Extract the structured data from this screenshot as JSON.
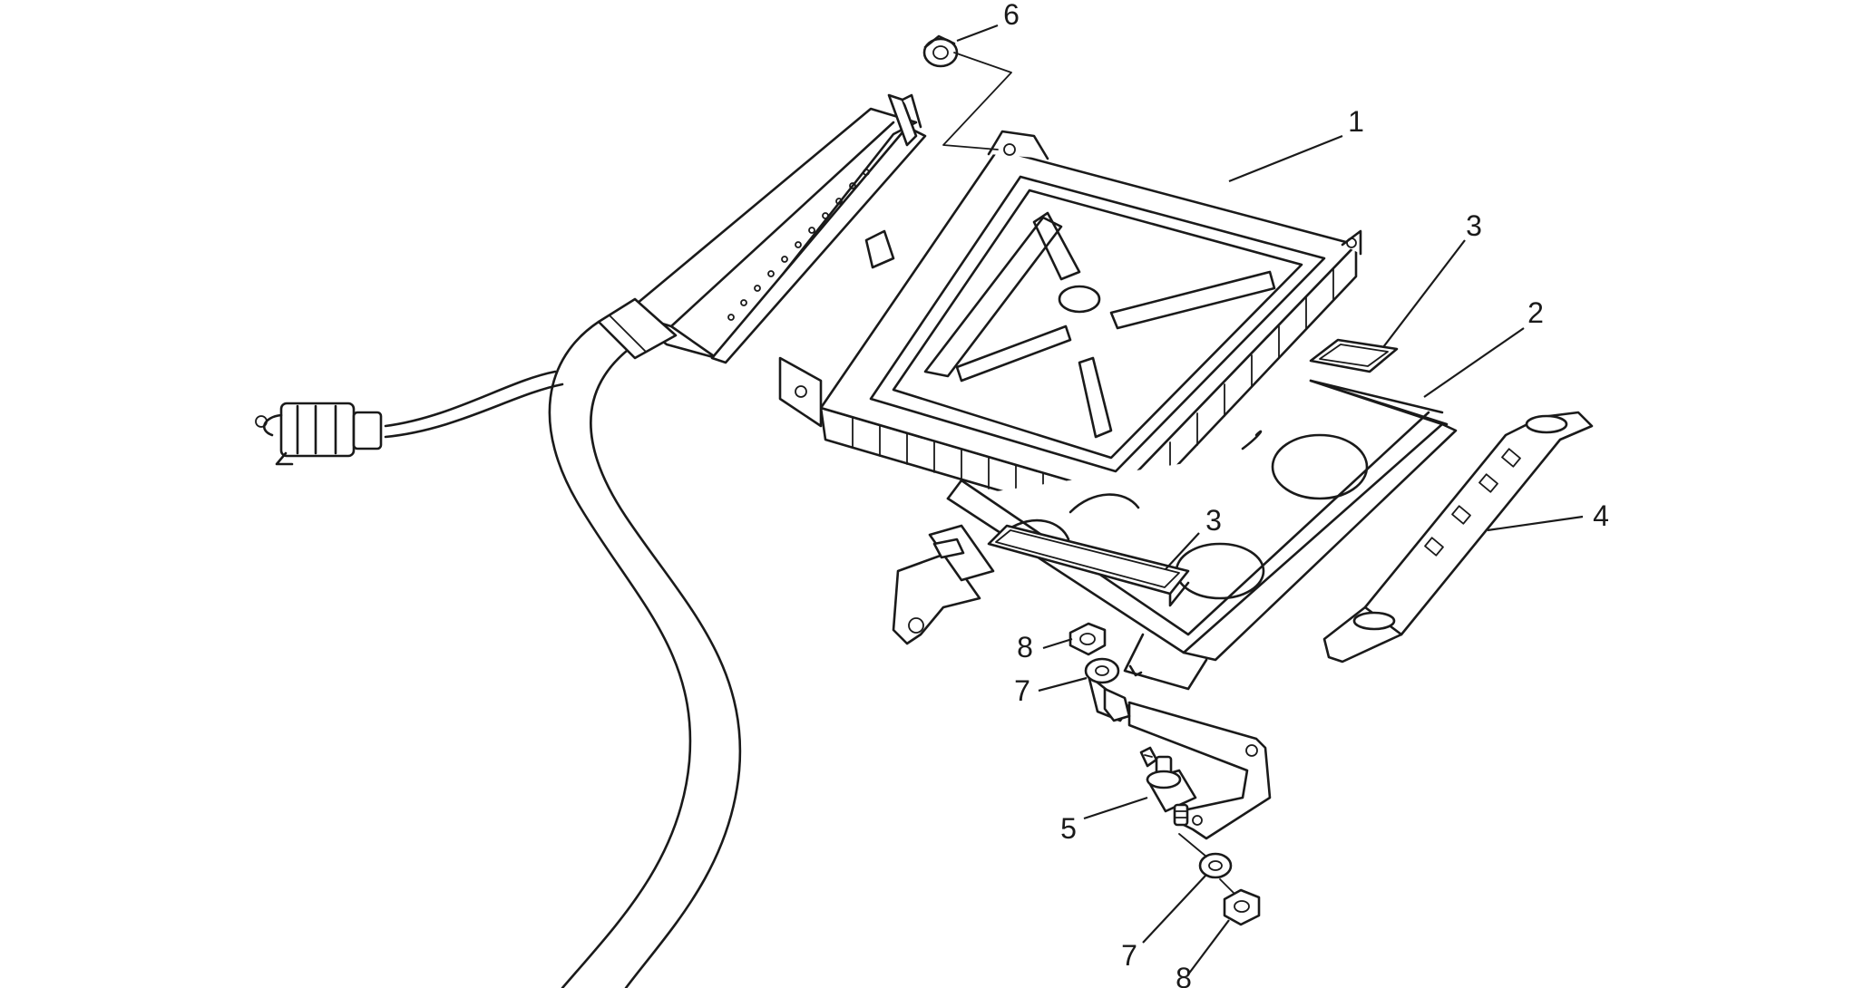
{
  "callouts": {
    "c1": "1",
    "c2": "2",
    "c3a": "3",
    "c3b": "3",
    "c4": "4",
    "c5": "5",
    "c6": "6",
    "c7a": "7",
    "c7b": "7",
    "c8a": "8",
    "c8b": "8"
  }
}
